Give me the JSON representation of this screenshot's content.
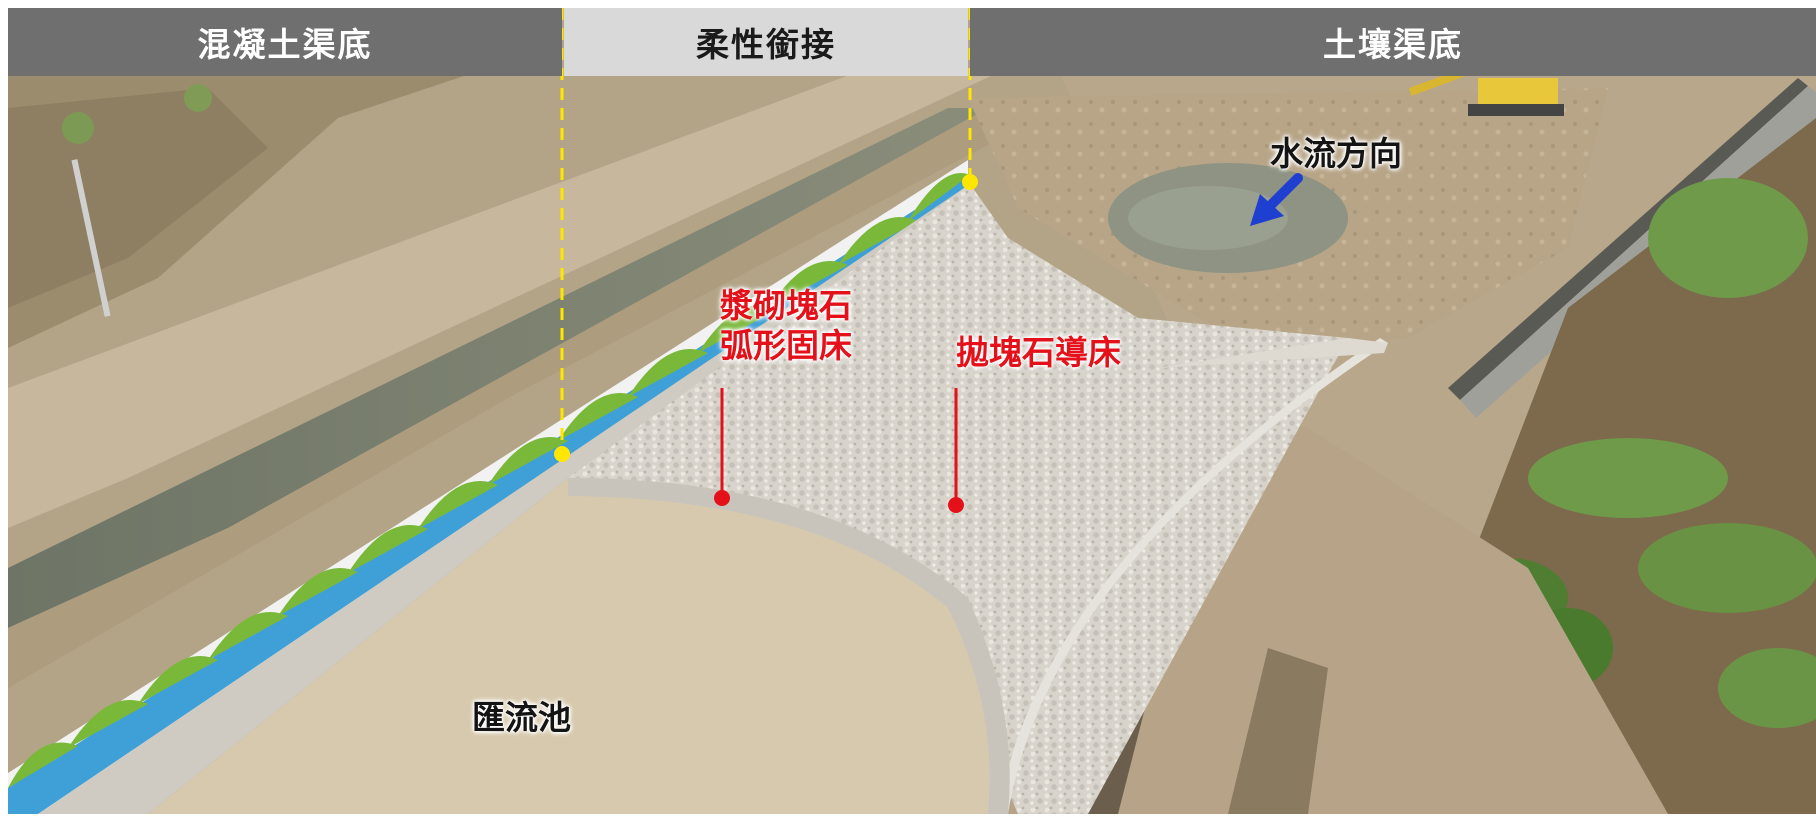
{
  "headers": {
    "concrete_bed": "混凝土渠底",
    "flexible_transition": "柔性銜接",
    "soil_bed": "土壤渠底"
  },
  "labels": {
    "flow_direction": "水流方向",
    "masonry_line1": "漿砌塊石",
    "masonry_line2": "弧形固床",
    "riprap_apron": "拋塊石導床",
    "confluence_pool": "匯流池"
  },
  "colors": {
    "header_dark": "#6f6f6f",
    "header_light": "#d9d9d9",
    "annotation_red": "#e4111b",
    "marker_yellow": "#ffe600",
    "arrow_blue": "#1f3fd0"
  }
}
